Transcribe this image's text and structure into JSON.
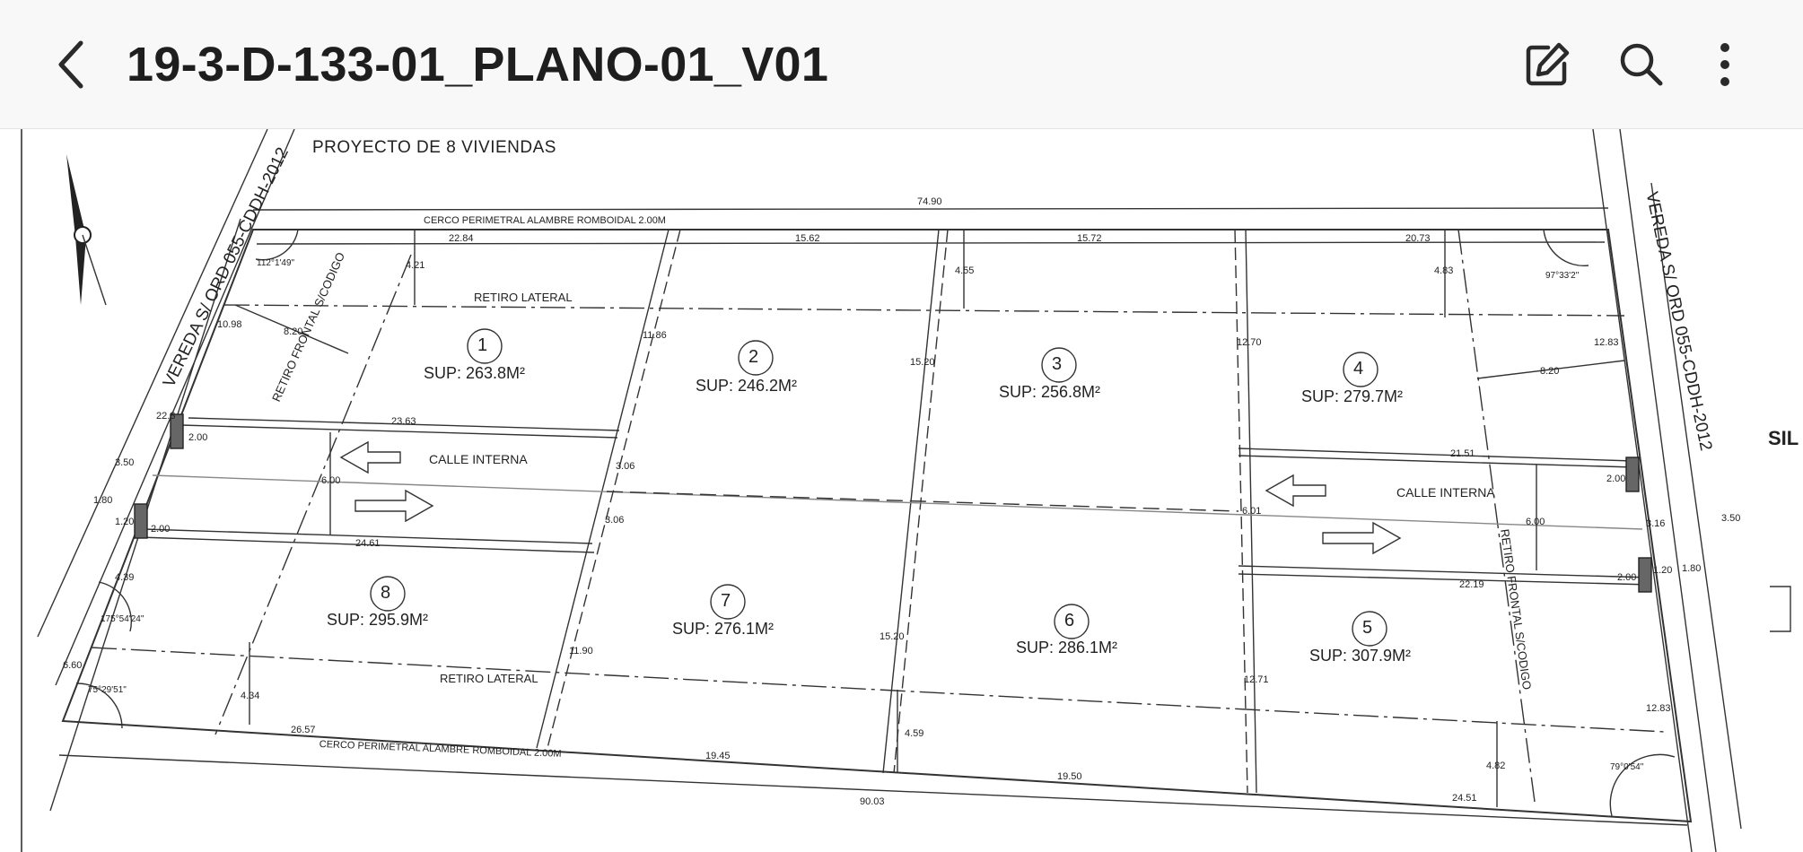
{
  "header": {
    "back_icon": "chevron-left-icon",
    "title": "19-3-D-133-01_PLANO-01_V01",
    "actions": [
      {
        "icon": "edit-icon"
      },
      {
        "icon": "search-icon"
      },
      {
        "icon": "more-vertical-icon"
      }
    ]
  },
  "drawing": {
    "project_title": "PROYECTO DE 8 VIVIENDAS",
    "fence_top": "CERCO PERIMETRAL ALAMBRE ROMBOIDAL 2.00M",
    "fence_bottom": "CERCO PERIMETRAL ALAMBRE ROMBOIDAL 2.00M",
    "retiro_lateral_top": "RETIRO LATERAL",
    "retiro_lateral_bottom": "RETIRO LATERAL",
    "retiro_frontal_left": "RETIRO FRONTAL S/CODIGO",
    "retiro_frontal_right": "RETIRO FRONTAL S/CODIGO",
    "calle_left": "CALLE INTERNA",
    "calle_right": "CALLE INTERNA",
    "vereda_left": "VEREDA S/ ORD 055-CDDH-2012",
    "vereda_right": "VEREDA S/ ORD 055-CDDH-2012",
    "edge_label": "SIL",
    "lots": [
      {
        "number": "1",
        "area": "SUP: 263.8M²"
      },
      {
        "number": "2",
        "area": "SUP: 246.2M²"
      },
      {
        "number": "3",
        "area": "SUP: 256.8M²"
      },
      {
        "number": "4",
        "area": "SUP: 279.7M²"
      },
      {
        "number": "5",
        "area": "SUP: 307.9M²"
      },
      {
        "number": "6",
        "area": "SUP: 286.1M²"
      },
      {
        "number": "7",
        "area": "SUP: 276.1M²"
      },
      {
        "number": "8",
        "area": "SUP: 295.9M²"
      }
    ],
    "dims": {
      "total_top": "74.90",
      "total_bottom": "90.03",
      "top_1": "22.84",
      "top_2": "15.62",
      "top_3": "15.72",
      "top_4": "20.73",
      "bot_1": "26.57",
      "bot_2": "19.45",
      "bot_3": "19.50",
      "bot_4": "24.51",
      "ret_top_1": "4.21",
      "ret_top_2": "4.55",
      "ret_top_3": "4.83",
      "ret_bot_1": "4.34",
      "ret_bot_2": "4.59",
      "ret_bot_3": "4.82",
      "div_top_1": "11.86",
      "div_top_2": "15.20",
      "div_top_3": "12.70",
      "div_bot_1": "11.90",
      "div_bot_2": "15.20",
      "div_bot_3": "12.71",
      "side_left_top": "10.98",
      "side_right_top": "12.83",
      "side_right_bot": "12.83",
      "lot1_diag": "8.20",
      "lot4_diag": "8.20",
      "calle_l_top": "23.63",
      "calle_l_bot": "24.61",
      "calle_r_top": "21.51",
      "calle_r_bot": "22.19",
      "calle_l_w": "6.00",
      "calle_r_w": "6.00",
      "calle_mid_1": "3.06",
      "calle_mid_2": "3.06",
      "calle_mid_r": "6.01",
      "gate_l_1": "2.00",
      "gate_l_2": "2.00",
      "gate_r_1": "2.00",
      "gate_r_2": "2.00",
      "vereda_l_1": "3.50",
      "vereda_l_2": "1.80",
      "vereda_l_3": "1.20",
      "vereda_l_4": "22.8",
      "vereda_r_1": "3.50",
      "vereda_r_2": "1.80",
      "vereda_r_3": "1.20",
      "vereda_r_4": "3.16",
      "left_low_1": "4.39",
      "left_low_2": "6.60",
      "angle_tl": "112°1'49\"",
      "angle_tr": "97°33'2\"",
      "angle_bl_1": "175°54'24\"",
      "angle_bl_2": "75°29'51\"",
      "angle_br": "79°0'54\""
    }
  }
}
